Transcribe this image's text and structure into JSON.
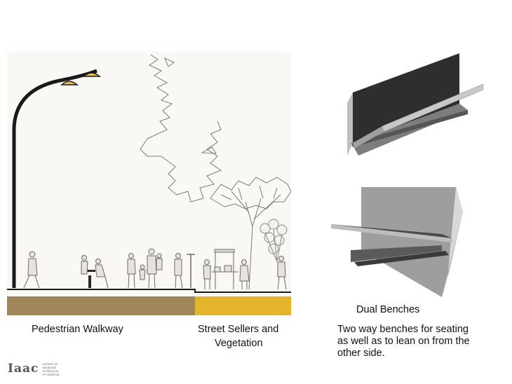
{
  "captions": {
    "pedestrian_walkway": "Pedestrian Walkway",
    "street_sellers_line1": "Street Sellers and",
    "street_sellers_line2": "Vegetation",
    "dual_benches_title": "Dual Benches",
    "dual_benches_desc_line1": "Two way benches for seating",
    "dual_benches_desc_line2": "as well as to lean on from the",
    "dual_benches_desc_line3": "other side."
  },
  "logo": {
    "mark": "Iaac",
    "small_text_line1": "Institute for",
    "small_text_line2": "advanced",
    "small_text_line3": "architecture",
    "small_text_line4": "of Catalonia"
  },
  "colors": {
    "walkway_strip": "#a0865a",
    "sellers_strip": "#e4b42d",
    "lamp_light": "#e9c04a",
    "panel_bg": "#faf8f4"
  }
}
